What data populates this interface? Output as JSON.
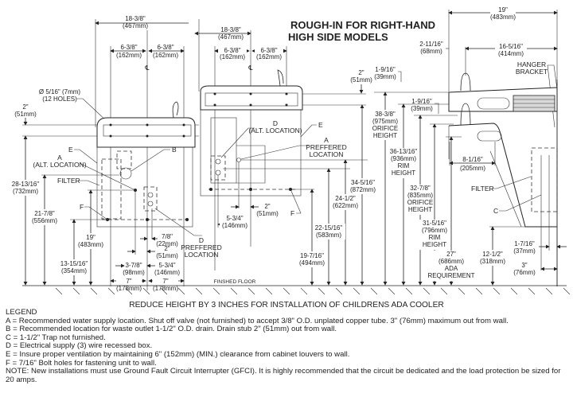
{
  "title": {
    "line1": "ROUGH-IN FOR RIGHT-HAND",
    "line2": "HIGH SIDE MODELS"
  },
  "front_view_left": {
    "overall_width": {
      "in": "18-3/8\"",
      "mm": "(467mm)"
    },
    "half_left": {
      "in": "6-3/8\"",
      "mm": "(162mm)"
    },
    "half_right": {
      "in": "6-3/8\"",
      "mm": "(162mm)"
    },
    "centerline": "℄",
    "hole_note": {
      "line1": "Ø 5/16\" (7mm)",
      "line2": "(12 HOLES)"
    },
    "top_offset": {
      "in": "2\"",
      "mm": "(51mm)"
    },
    "callouts": {
      "E": "E",
      "A": "A",
      "A_sub": "(ALT. LOCATION)",
      "B": "B",
      "filter": "FILTER",
      "F": "F",
      "D": "D",
      "D_sub1": "PREFFERED",
      "D_sub2": "LOCATION"
    },
    "heights": [
      {
        "in": "28-13/16\"",
        "mm": "(732mm)"
      },
      {
        "in": "21-7/8\"",
        "mm": "(556mm)"
      },
      {
        "in": "19\"",
        "mm": "(483mm)"
      },
      {
        "in": "13-15/16\"",
        "mm": "(354mm)"
      }
    ],
    "horizontals": {
      "d78": {
        "in": "7/8\"",
        "mm": "(22mm)"
      },
      "d2": {
        "in": "2\"",
        "mm": "(51mm)"
      },
      "d378": {
        "in": "3-7/8\"",
        "mm": "(98mm)"
      },
      "d534": {
        "in": "5-3/4\"",
        "mm": "(146mm)"
      },
      "d7l": {
        "in": "7\"",
        "mm": "(178mm)"
      },
      "d7r": {
        "in": "7\"",
        "mm": "(178mm)"
      }
    }
  },
  "front_view_middle": {
    "overall_width": {
      "in": "18-3/8\"",
      "mm": "(467mm)"
    },
    "half_left": {
      "in": "6-3/8\"",
      "mm": "(162mm)"
    },
    "half_right": {
      "in": "6-3/8\"",
      "mm": "(162mm)"
    },
    "centerline": "℄",
    "callouts": {
      "D": "D",
      "D_sub": "(ALT. LOCATION)",
      "E": "E",
      "A": "A",
      "A_sub1": "PREFFERED",
      "A_sub2": "LOCATION",
      "F": "F"
    },
    "horizontals": {
      "d534": {
        "in": "5-3/4\"",
        "mm": "(146mm)"
      },
      "d2": {
        "in": "2\"",
        "mm": "(51mm)"
      }
    },
    "heights": [
      {
        "in": "34-5/16\"",
        "mm": "(872mm)"
      },
      {
        "in": "24-1/2\"",
        "mm": "(622mm)"
      },
      {
        "in": "22-15/16\"",
        "mm": "(583mm)"
      },
      {
        "in": "19-7/16\"",
        "mm": "(494mm)"
      }
    ],
    "top_offset": {
      "in": "2\"",
      "mm": "(51mm)"
    }
  },
  "side_view": {
    "overall_depth": {
      "in": "19\"",
      "mm": "(483mm)"
    },
    "left_offset": {
      "in": "2-11/16\"",
      "mm": "(68mm)"
    },
    "bubbler_to_wall": {
      "in": "16-5/16\"",
      "mm": "(414mm)"
    },
    "hanger": {
      "line1": "HANGER",
      "line2": "BRACKET"
    },
    "upper_bubbler": {
      "in": "1-9/16\"",
      "mm": "(39mm)"
    },
    "lower_bubbler": {
      "in": "1-9/16\"",
      "mm": "(39mm)"
    },
    "heights": [
      {
        "in": "38-3/8\"",
        "mm": "(975mm)",
        "note1": "ORIFICE",
        "note2": "HEIGHT"
      },
      {
        "in": "36-13/16\"",
        "mm": "(936mm)",
        "note1": "RIM",
        "note2": "HEIGHT"
      },
      {
        "in": "32-7/8\"",
        "mm": "(835mm)",
        "note1": "ORIFICE",
        "note2": "HEIGHT"
      },
      {
        "in": "31-5/16\"",
        "mm": "(796mm)",
        "note1": "RIM",
        "note2": "HEIGHT"
      },
      {
        "in": "27\"",
        "mm": "(686mm)",
        "note1": "ADA",
        "note2": "REQUIREMENT"
      },
      {
        "in": "12-1/2\"",
        "mm": "(318mm)"
      }
    ],
    "basin_depth": {
      "in": "8-1/16\"",
      "mm": "(205mm)"
    },
    "filter": "FILTER",
    "trap": "C",
    "wall_1": {
      "in": "1-7/16\"",
      "mm": "(37mm)"
    },
    "wall_2": {
      "in": "3\"",
      "mm": "(76mm)"
    }
  },
  "floor_label": "FINSHED FLOOR",
  "reduce_note": "REDUCE HEIGHT BY 3 INCHES FOR INSTALLATION OF CHILDRENS ADA COOLER",
  "legend": {
    "heading": "LEGEND",
    "items": [
      "A = Recommended water supply location. Shut off valve (not furnished) to accept 3/8\" O.D. unplated  copper tube. 3\" (76mm) maximum out from wall.",
      "B = Recommended location for waste outlet 1-1/2\" O.D. drain. Drain stub 2\" (51mm) out from wall.",
      "C = 1-1/2\" Trap not furnished.",
      "D = Electrical supply (3) wire recessed box.",
      "E = Insure proper ventilation by maintaining 6\" (152mm) (MIN.) clearance from cabinet louvers to wall.",
      "F = 7/16\" Bolt holes for fastening unit to wall."
    ],
    "note": "NOTE: New installations must use Ground Fault Circuit Interrupter (GFCI). It is highly recommended that the circuit be dedicated and the load protection be sized for 20 amps."
  }
}
